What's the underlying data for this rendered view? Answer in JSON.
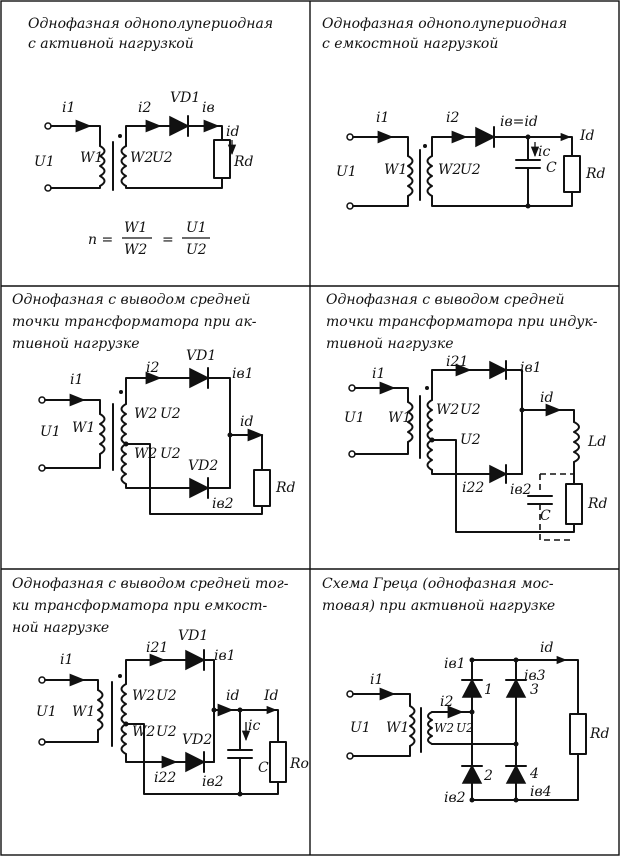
{
  "panels": [
    {
      "title": [
        "Однофазная однополупериодная",
        "с активной нагрузкой"
      ],
      "labels": {
        "i1": "i1",
        "i2": "i2",
        "vd": "VD1",
        "iv": "iв",
        "id": "id",
        "u1": "U1",
        "w1": "W1",
        "w2": "W2",
        "u2": "U2",
        "rd": "Rd"
      },
      "formula": {
        "n": "n =",
        "num1": "W1",
        "den1": "W2",
        "eq": "=",
        "num2": "U1",
        "den2": "U2"
      }
    },
    {
      "title": [
        "Однофазная однополупериодная",
        "с емкостной нагрузкой"
      ],
      "labels": {
        "i1": "i1",
        "i2": "i2",
        "iv": "iв=id",
        "Id": "Id",
        "ic": "iс",
        "c": "C",
        "u1": "U1",
        "w1": "W1",
        "w2": "W2",
        "u2": "U2",
        "rd": "Rd"
      }
    },
    {
      "title": [
        "Однофазная с выводом средней",
        "точки трансформатора при ак-",
        "тивной нагрузке"
      ],
      "labels": {
        "i1": "i1",
        "i2": "i2",
        "vd1": "VD1",
        "ib1": "iв1",
        "id": "id",
        "u1": "U1",
        "w1": "W1",
        "w2a": "W2",
        "u2a": "U2",
        "w2b": "W2",
        "u2b": "U2",
        "vd2": "VD2",
        "ib2": "iв2",
        "rd": "Rd"
      }
    },
    {
      "title": [
        "Однофазная с выводом средней",
        "точки трансформатора при индук-",
        "тивной нагрузке"
      ],
      "labels": {
        "i1": "i1",
        "i21": "i21",
        "ib1": "iв1",
        "id": "id",
        "u1": "U1",
        "w1": "W1",
        "w2a": "W2",
        "u2a": "U2",
        "u2b": "U2",
        "ld": "Ld",
        "i22": "i22",
        "ib2": "iв2",
        "c": "C",
        "rd": "Rd"
      }
    },
    {
      "title": [
        "Однофазная с выводом средней тог-",
        "ки трансформатора при емкост-",
        "ной нагрузке"
      ],
      "labels": {
        "i1": "i1",
        "i21": "i21",
        "vd1": "VD1",
        "ib1": "iв1",
        "id": "id",
        "Id": "Id",
        "u1": "U1",
        "w1": "W1",
        "w2a": "W2",
        "u2a": "U2",
        "w2b": "W2",
        "u2b": "U2",
        "vd2": "VD2",
        "ic": "iс",
        "c": "C",
        "rd": "Ro",
        "i22": "i22",
        "ib2": "iв2"
      }
    },
    {
      "title": [
        "Схема Греца (однофазная мос-",
        "товая) при активной нагрузке"
      ],
      "labels": {
        "id": "id",
        "ib1": "iв1",
        "ib3": "iв3",
        "d1": "1",
        "d3": "3",
        "i1": "i1",
        "i2": "i2",
        "u1": "U1",
        "w1": "W1",
        "w2": "W2",
        "u2": "U2",
        "rd": "Rd",
        "d2": "2",
        "d4": "4",
        "ib2": "iв2",
        "ib4": "iв4"
      }
    }
  ]
}
